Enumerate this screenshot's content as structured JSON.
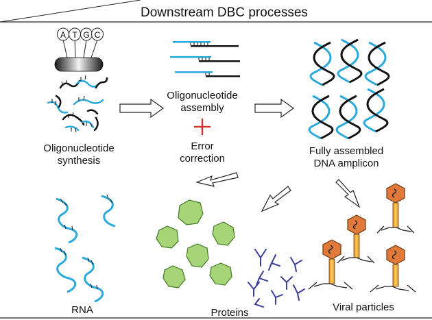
{
  "header": {
    "title": "Downstream DBC processes"
  },
  "synthesis": {
    "bases": [
      "A",
      "T",
      "G",
      "C"
    ],
    "label_line1": "Oligonucleotide",
    "label_line2": "synthesis"
  },
  "assembly": {
    "label_line1": "Oligonucleotide",
    "label_line2": "assembly",
    "plus_symbol": "+",
    "error_line1": "Error",
    "error_line2": "correction"
  },
  "amplicon": {
    "label_line1": "Fully assembled",
    "label_line2": "DNA amplicon"
  },
  "products": {
    "rna": "RNA",
    "proteins": "Proteins",
    "viral": "Viral particles"
  },
  "colors": {
    "dna_blue": "#2aa9dc",
    "dna_black": "#111111",
    "protein_green": "#5ea83a",
    "antibody_blue": "#3a3f9a",
    "phage_head": "#e0793a",
    "phage_tail": "#f2c04a",
    "error_red": "#d6322b"
  }
}
